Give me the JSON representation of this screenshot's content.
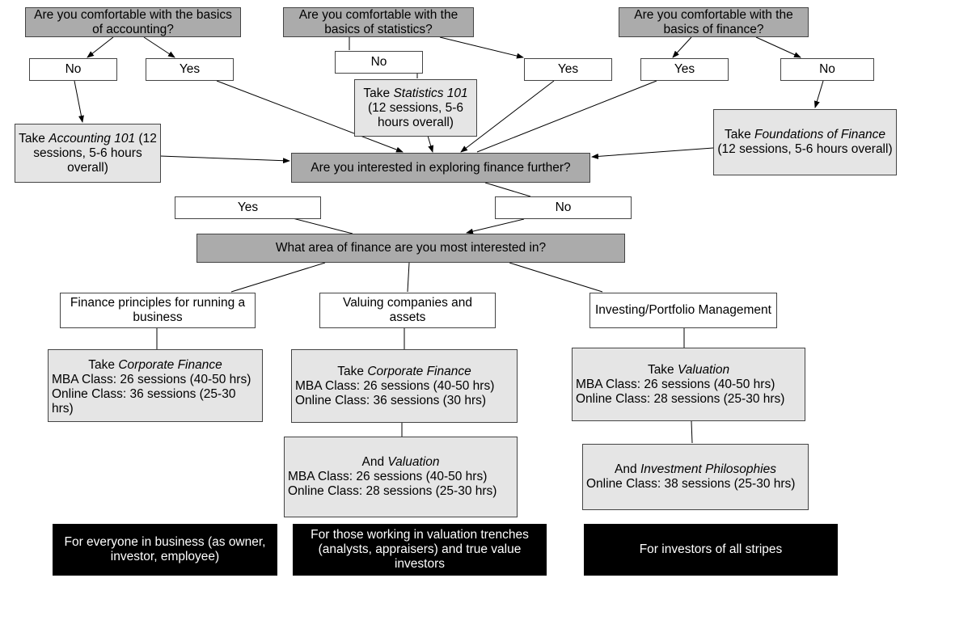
{
  "questions": {
    "accounting": "Are you comfortable with the basics of accounting?",
    "statistics": "Are you comfortable with the basics of statistics?",
    "finance": "Are you comfortable with the basics of finance?",
    "explore": "Are you interested in exploring finance further?",
    "area": "What area of finance are you most interested in?"
  },
  "answers": {
    "yes": "Yes",
    "no": "No"
  },
  "prereqs": {
    "take": "Take",
    "accounting": {
      "course": "Accounting 101",
      "detail": "(12 sessions, 5-6 hours overall)"
    },
    "statistics": {
      "course": "Statistics 101",
      "detail": "(12 sessions, 5-6 hours overall)"
    },
    "finance": {
      "course": "Foundations of Finance",
      "detail": "(12 sessions, 5-6 hours overall)"
    }
  },
  "areas": {
    "business": "Finance principles for running a business",
    "valuing": "Valuing companies and assets",
    "investing": "Investing/Portfolio Management"
  },
  "courses": {
    "corp_business": {
      "prefix": "Take",
      "name": "Corporate Finance",
      "lines": [
        "MBA Class: 26 sessions (40-50 hrs)",
        "Online Class: 36 sessions (25-30 hrs)"
      ]
    },
    "corp_valuing": {
      "prefix": "Take",
      "name": "Corporate Finance",
      "lines": [
        "MBA Class: 26 sessions (40-50 hrs)",
        "Online Class: 36 sessions (30 hrs)"
      ]
    },
    "valuation_valuing": {
      "prefix": "And",
      "name": "Valuation",
      "lines": [
        "MBA Class: 26 sessions (40-50 hrs)",
        "Online Class: 28 sessions (25-30 hrs)"
      ]
    },
    "valuation_investing": {
      "prefix": "Take",
      "name": "Valuation",
      "lines": [
        "MBA Class: 26 sessions (40-50 hrs)",
        "Online Class: 28 sessions (25-30 hrs)"
      ]
    },
    "philosophies": {
      "prefix": "And",
      "name": "Investment Philosophies",
      "lines": [
        "Online Class: 38 sessions (25-30 hrs)"
      ]
    }
  },
  "audiences": {
    "business": "For everyone in business (as owner, investor, employee)",
    "valuation": "For those working in valuation trenches (analysts, appraisers) and true value investors",
    "investors": "For investors of all stripes"
  }
}
